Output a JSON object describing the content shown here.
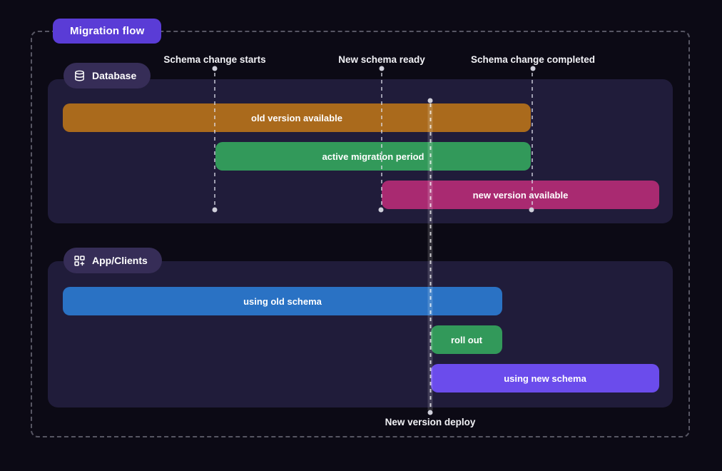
{
  "title": {
    "label": "Migration flow"
  },
  "colors": {
    "page_bg": "#0c0a15",
    "panel_bg": "#201c3a",
    "title_badge_bg": "#5a3cd6",
    "section_badge_bg": "#362d57",
    "milestone_dot": "#cfcfda"
  },
  "milestones": {
    "schema_change_starts": "Schema change starts",
    "new_schema_ready": "New schema ready",
    "schema_change_completed": "Schema change completed",
    "new_version_deploy": "New version deploy"
  },
  "sections": {
    "database": {
      "label": "Database",
      "icon": "database-icon",
      "bars": [
        {
          "label": "old version available",
          "color": "#aa6a1c"
        },
        {
          "label": "active migration period",
          "color": "#32995a"
        },
        {
          "label": "new version available",
          "color": "#a92a71"
        }
      ]
    },
    "app_clients": {
      "label": "App/Clients",
      "icon": "grid-plus-icon",
      "bars": [
        {
          "label": "using old schema",
          "color": "#2a72c4"
        },
        {
          "label": "roll out",
          "color": "#32995a"
        },
        {
          "label": "using new schema",
          "color": "#6b4cec"
        }
      ]
    }
  }
}
